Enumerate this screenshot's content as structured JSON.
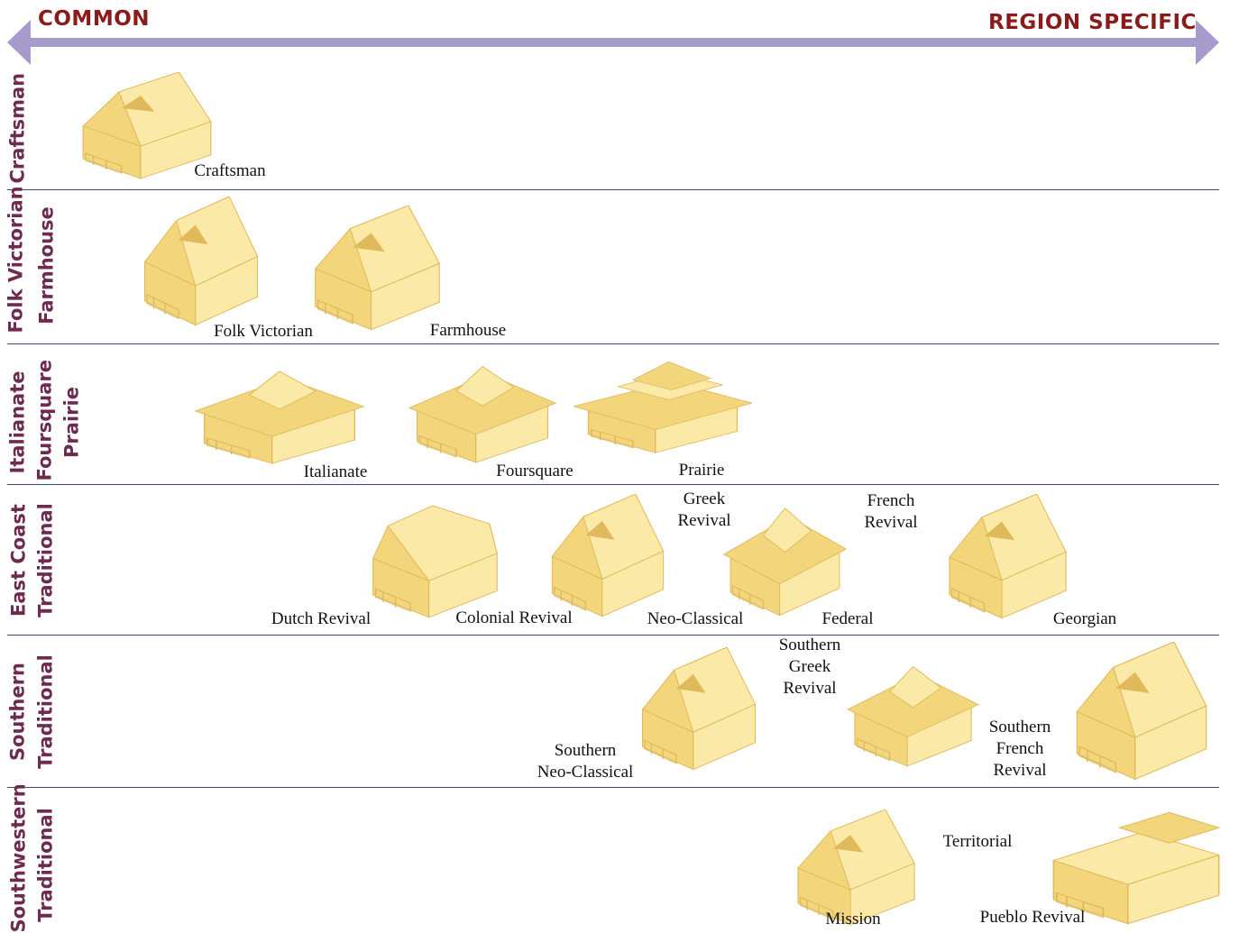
{
  "header": {
    "left_label": "COMMON",
    "right_label": "REGION SPECIFIC"
  },
  "colors": {
    "arrow": "#a79bcb",
    "label_accent": "#8b1a1a",
    "row_label": "#6e2a4f",
    "divider": "#3b4a7a",
    "house_light": "#fbe9a8",
    "house_mid": "#f3d67c",
    "house_dark": "#e0b95a"
  },
  "rows": [
    {
      "label_lines": [
        "Craftsman"
      ],
      "styles": [
        {
          "name": "Craftsman",
          "icon": "house-icon"
        }
      ]
    },
    {
      "label_lines": [
        "Folk Victorian",
        "Farmhouse"
      ],
      "styles": [
        {
          "name": "Folk Victorian",
          "icon": "house-icon"
        },
        {
          "name": "Farmhouse",
          "icon": "house-icon"
        }
      ]
    },
    {
      "label_lines": [
        "Italianate",
        "Foursquare",
        "Prairie"
      ],
      "styles": [
        {
          "name": "Italianate",
          "icon": "house-icon"
        },
        {
          "name": "Foursquare",
          "icon": "house-icon"
        },
        {
          "name": "Prairie",
          "icon": "house-icon"
        }
      ]
    },
    {
      "label_lines": [
        "East Coast",
        "Traditional"
      ],
      "styles": [
        {
          "name": "Dutch Revival",
          "icon": "house-icon"
        },
        {
          "name": "Colonial Revival",
          "icon": "house-icon"
        },
        {
          "name": "Greek\nRevival",
          "icon": "house-icon"
        },
        {
          "name": "Neo-Classical",
          "icon": "house-icon"
        },
        {
          "name": "French\nRevival",
          "icon": "house-icon"
        },
        {
          "name": "Federal",
          "icon": "house-icon"
        },
        {
          "name": "Georgian",
          "icon": "house-icon"
        }
      ]
    },
    {
      "label_lines": [
        "Southern",
        "Traditional"
      ],
      "styles": [
        {
          "name": "Southern\nNeo-Classical",
          "icon": "house-icon"
        },
        {
          "name": "Southern\nGreek\nRevival",
          "icon": "house-icon"
        },
        {
          "name": "Southern\nFrench\nRevival",
          "icon": "house-icon"
        }
      ]
    },
    {
      "label_lines": [
        "Southwestern",
        "Traditional"
      ],
      "styles": [
        {
          "name": "Territorial",
          "icon": "house-icon"
        },
        {
          "name": "Mission",
          "icon": "house-icon"
        },
        {
          "name": "Pueblo Revival",
          "icon": "house-icon"
        }
      ]
    }
  ]
}
